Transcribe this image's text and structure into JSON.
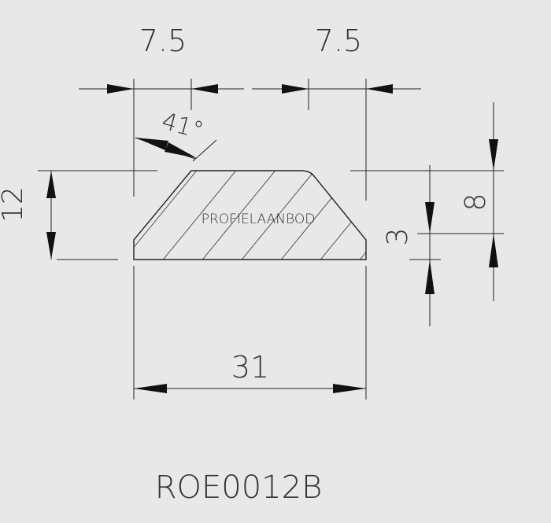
{
  "drawing": {
    "dim_top_left": "7.5",
    "dim_top_right": "7.5",
    "angle": "41°",
    "height_left": "12",
    "height_right_8": "8",
    "height_right_3": "3",
    "width_bottom": "31",
    "watermark": "PROFIELAANBOD",
    "part_number": "ROE0012B"
  }
}
